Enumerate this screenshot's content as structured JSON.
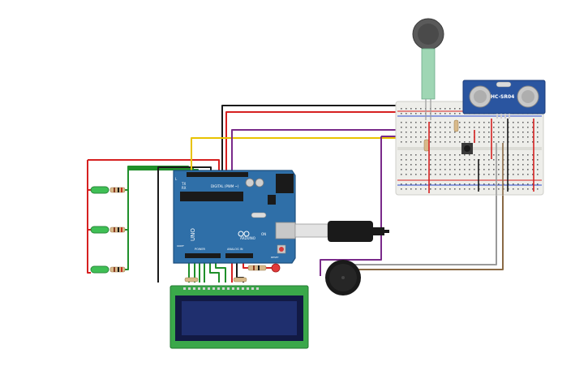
{
  "board": {
    "brand": "ARDUINO",
    "model": "UNO",
    "label_digital": "DIGITAL (PWM ~)",
    "label_analog": "ANALOG IN",
    "label_power": "POWER",
    "label_ioref": "IOREF",
    "label_reset": "RESET",
    "label_tx": "TX",
    "label_rx": "RX",
    "label_l": "L",
    "label_on": "ON"
  },
  "sensor": {
    "model": "HC-SR04"
  },
  "colors": {
    "wire_red": "#d62020",
    "wire_black": "#1a1a1a",
    "wire_green": "#1f8f2a",
    "wire_yellow": "#e8c200",
    "wire_purple": "#7a2a8a",
    "wire_gray": "#9a9a9a",
    "wire_brown": "#8a6a45",
    "board_blue": "#2f6fa8",
    "pcb_green": "#3aa84a",
    "lcd_screen": "#1f2f6e",
    "breadboard": "#eeeeea"
  },
  "components": [
    "arduino-uno",
    "breadboard",
    "force-sensor",
    "ultrasonic-sensor",
    "push-button",
    "piezo-buzzer",
    "lcd-16x2",
    "led-red",
    "led-green-1",
    "led-green-2",
    "led-green-3"
  ]
}
